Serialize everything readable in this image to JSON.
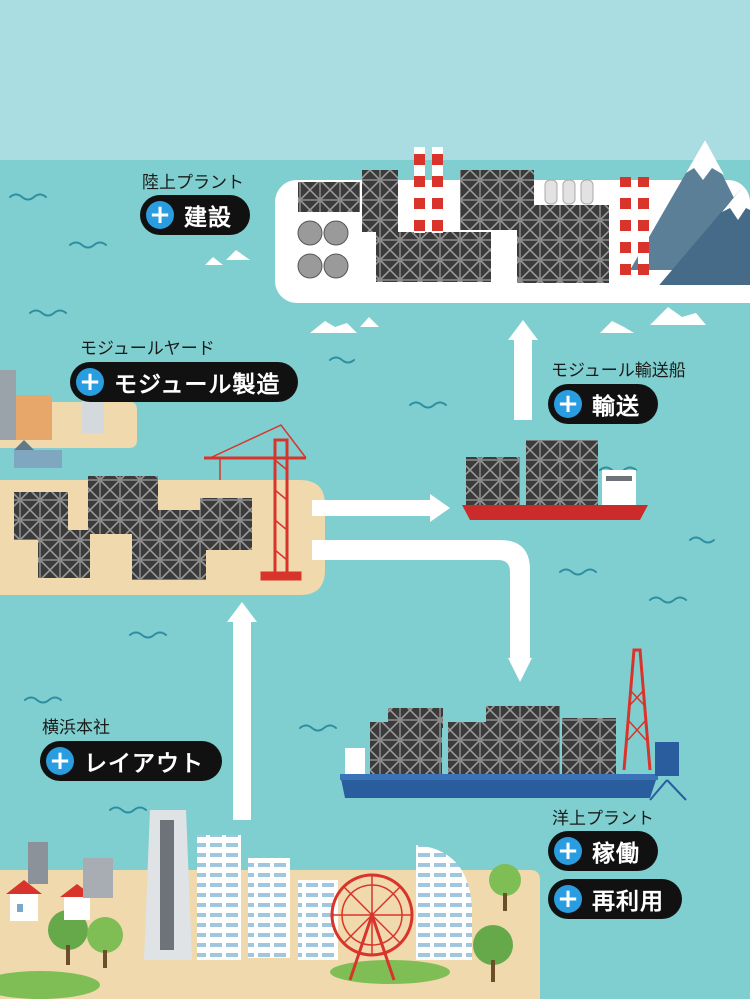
{
  "colors": {
    "sky": "#a9dde2",
    "sea": "#7fcfd0",
    "sand": "#efd9ad",
    "pill_bg": "#111111",
    "plus_circle": "#2a9de0",
    "crane_red": "#d9342b",
    "ship_blue": "#2a5d9e"
  },
  "sections": {
    "land_plant": {
      "title": "陸上プラント",
      "buttons": [
        {
          "label": "建設",
          "icon": "plus-icon"
        }
      ]
    },
    "module_yard": {
      "title": "モジュールヤード",
      "buttons": [
        {
          "label": "モジュール製造",
          "icon": "plus-icon"
        }
      ]
    },
    "module_ship": {
      "title": "モジュール輸送船",
      "buttons": [
        {
          "label": "輸送",
          "icon": "plus-icon"
        }
      ]
    },
    "yokohama_hq": {
      "title": "横浜本社",
      "buttons": [
        {
          "label": "レイアウト",
          "icon": "plus-icon"
        }
      ]
    },
    "offshore_plant": {
      "title": "洋上プラント",
      "buttons": [
        {
          "label": "稼働",
          "icon": "plus-icon"
        },
        {
          "label": "再利用",
          "icon": "plus-icon"
        }
      ]
    }
  }
}
